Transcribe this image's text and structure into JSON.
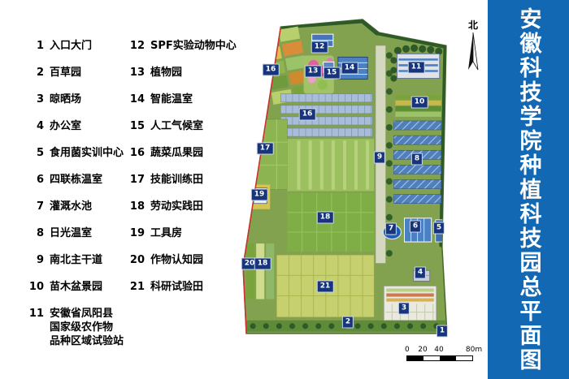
{
  "banner": {
    "title": "安徽科技学院种植科技园总平面图",
    "bg": "#1368b4"
  },
  "colors": {
    "banner_blue": "#1368b4",
    "marker_navy": "#17357c"
  },
  "legend": {
    "column1": [
      {
        "num": "1",
        "label": "入口大门"
      },
      {
        "num": "2",
        "label": "百草园"
      },
      {
        "num": "3",
        "label": "晾晒场"
      },
      {
        "num": "4",
        "label": "办公室"
      },
      {
        "num": "5",
        "label": "食用菌实训中心"
      },
      {
        "num": "6",
        "label": "四联栋温室"
      },
      {
        "num": "7",
        "label": "灌溉水池"
      },
      {
        "num": "8",
        "label": "日光温室"
      },
      {
        "num": "9",
        "label": "南北主干道"
      },
      {
        "num": "10",
        "label": "苗木盆景园"
      },
      {
        "num": "11",
        "label": "安徽省凤阳县\n国家级农作物\n品种区域试验站"
      }
    ],
    "column2": [
      {
        "num": "12",
        "label": "SPF实验动物中心"
      },
      {
        "num": "13",
        "label": "植物园"
      },
      {
        "num": "14",
        "label": "智能温室"
      },
      {
        "num": "15",
        "label": "人工气候室"
      },
      {
        "num": "16",
        "label": "蔬菜瓜果园"
      },
      {
        "num": "17",
        "label": "技能训练田"
      },
      {
        "num": "18",
        "label": "劳动实践田"
      },
      {
        "num": "19",
        "label": "工具房"
      },
      {
        "num": "20",
        "label": "作物认知园"
      },
      {
        "num": "21",
        "label": "科研试验田"
      }
    ]
  },
  "map": {
    "markers": [
      "16",
      "13",
      "12",
      "15",
      "14",
      "11",
      "10",
      "16",
      "17",
      "9",
      "8",
      "19",
      "18",
      "7",
      "6",
      "5",
      "20",
      "18",
      "4",
      "21",
      "3",
      "2",
      "1"
    ]
  },
  "compass": {
    "label": "北"
  },
  "scale": {
    "labels": [
      "0",
      "20",
      "40",
      "80m"
    ]
  }
}
